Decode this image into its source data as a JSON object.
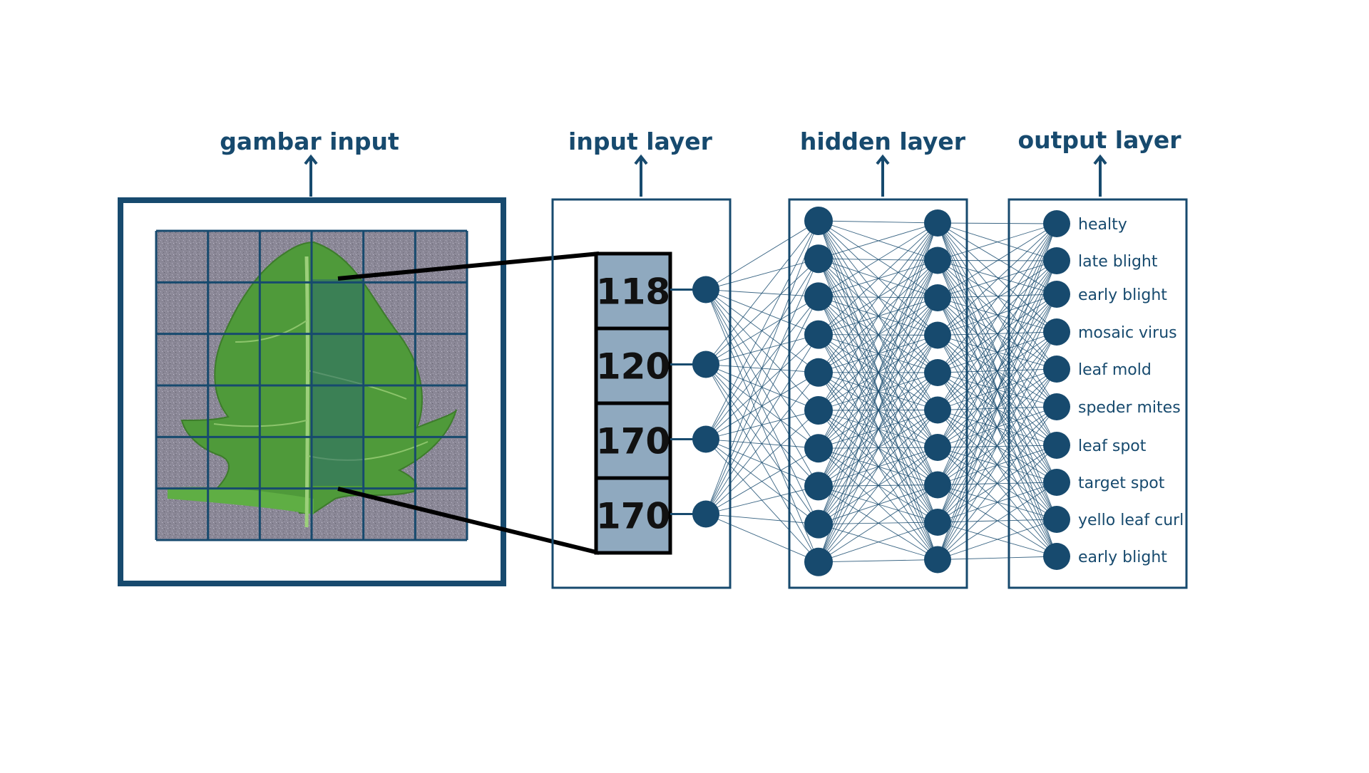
{
  "colors": {
    "primary": "#174a6e",
    "box_fill": "#8fa9bf",
    "leaf": "#4f9a3a",
    "background_noise": "#8a8796"
  },
  "titles": {
    "image_input": "gambar input",
    "input_layer": "input layer",
    "hidden_layer": "hidden layer",
    "output_layer": "output layer"
  },
  "input_values": [
    "118",
    "120",
    "170",
    "170"
  ],
  "hidden_layer": {
    "column_count": 2,
    "nodes_per_column": 10
  },
  "output_labels": [
    "healty",
    "late blight",
    "early blight",
    "mosaic virus",
    "leaf mold",
    "speder mites",
    "leaf spot",
    "target spot",
    "yello leaf curl",
    "early blight"
  ],
  "image_grid": {
    "rows": 6,
    "cols": 6
  }
}
